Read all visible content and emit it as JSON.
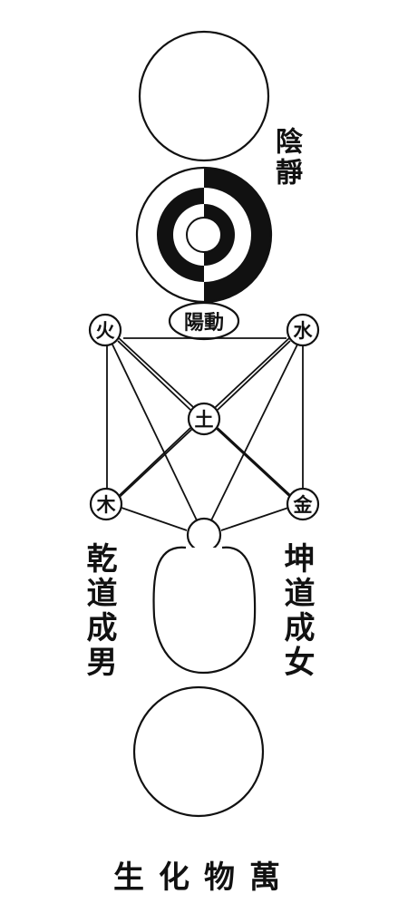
{
  "diagram": {
    "label_yin_jing": "陰靜",
    "label_yang_dong": "陽動",
    "label_qian_dao": "乾道成男",
    "label_kun_dao": "坤道成女",
    "caption": "生化物萬",
    "elements": {
      "fire": "火",
      "water": "水",
      "earth": "土",
      "wood": "木",
      "metal": "金"
    }
  },
  "colors": {
    "ink": "#111111",
    "paper": "#ffffff"
  }
}
